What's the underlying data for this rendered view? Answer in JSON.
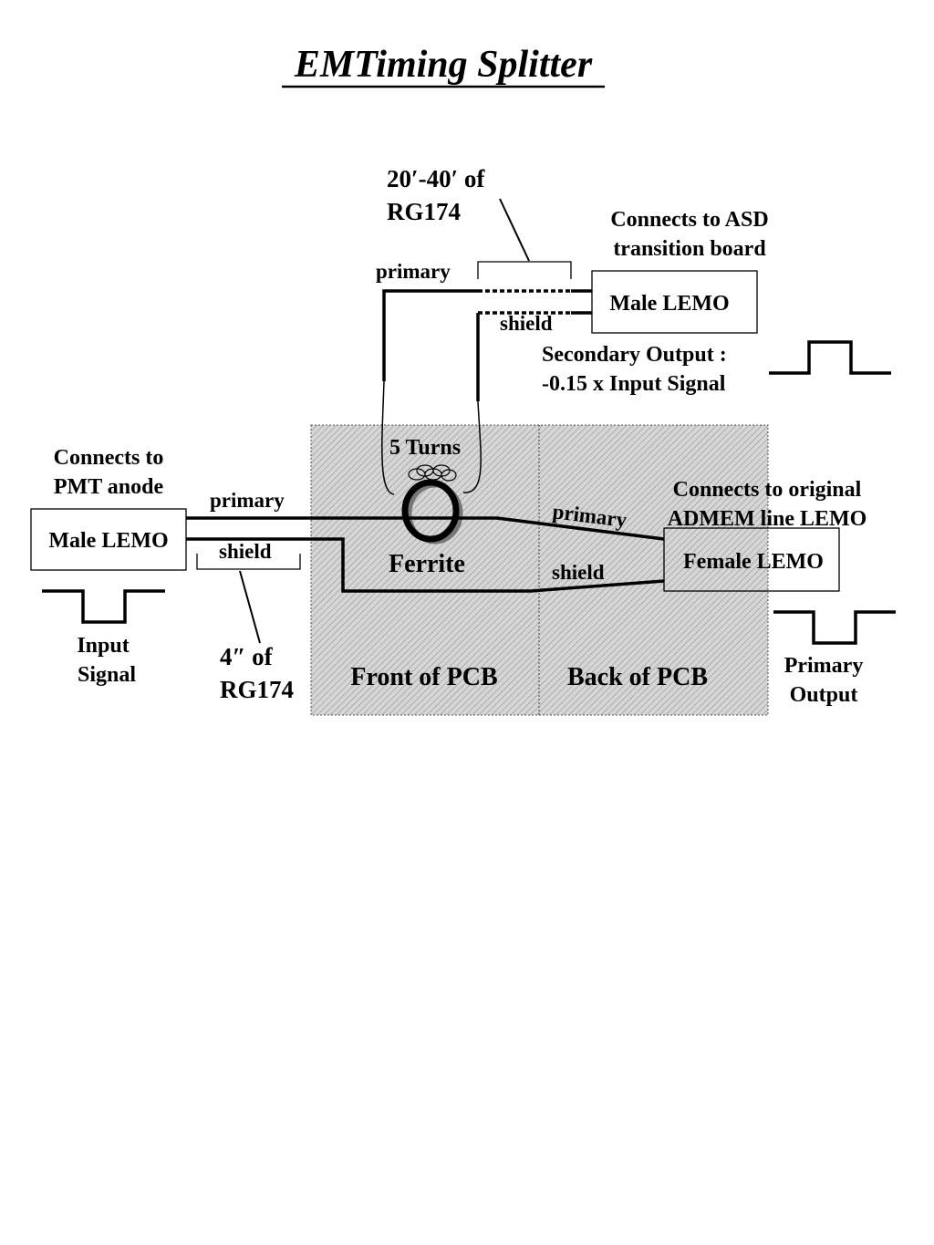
{
  "title": "EMTiming Splitter",
  "cable_long": {
    "line1": "20′-40′ of",
    "line2": "RG174"
  },
  "asd": {
    "line1": "Connects to ASD",
    "line2": "transition board"
  },
  "top_primary": "primary",
  "top_shield": "shield",
  "top_connector": "Male LEMO",
  "secondary": {
    "line1": "Secondary Output :",
    "line2": "-0.15 x Input Signal"
  },
  "turns": "5 Turns",
  "pmt": {
    "line1": "Connects to",
    "line2": "PMT anode"
  },
  "left_primary": "primary",
  "left_connector": "Male LEMO",
  "left_shield": "shield",
  "ferrite": "Ferrite",
  "back_primary": "primary",
  "back_shield": "shield",
  "admem": {
    "line1": "Connects to original",
    "line2": "ADMEM line LEMO"
  },
  "right_connector": "Female LEMO",
  "input": {
    "line1": "Input",
    "line2": "Signal"
  },
  "cable_short": {
    "line1": "4″ of",
    "line2": "RG174"
  },
  "front_pcb": "Front of PCB",
  "back_pcb": "Back of PCB",
  "primary_output": {
    "line1": "Primary",
    "line2": "Output"
  }
}
